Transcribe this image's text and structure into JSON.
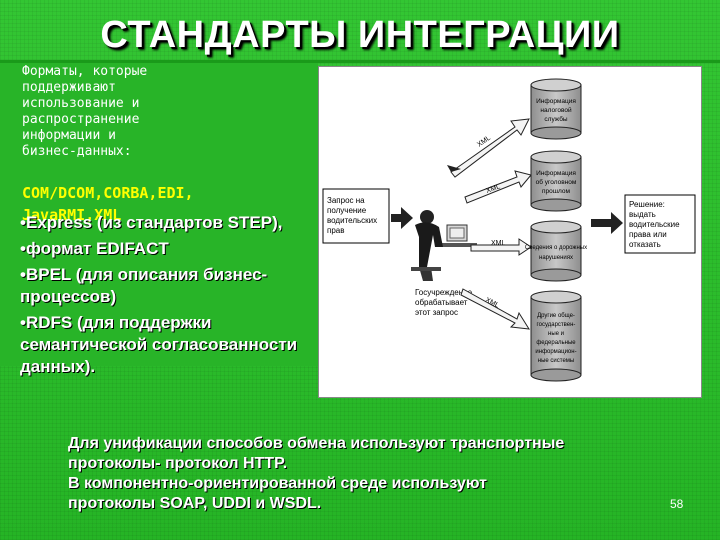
{
  "title": "СТАНДАРТЫ ИНТЕГРАЦИИ",
  "formats_text": "Форматы, которые\nподдерживают\nиспользование и\nраспространение\nинформации и\nбизнес-данных:",
  "tech_text": "COM/DCOM,CORBA,EDI,\nJavaRMI,XML",
  "bullets": [
    "Express (из стандартов STEP),",
    "формат EDIFACT",
    "BPEL (для описания бизнес-процессов)",
    "RDFS (для поддержки семантической согласованности данных)."
  ],
  "bullet_char": "•",
  "diagram": {
    "request_box": [
      "Запрос на",
      "получение",
      "водительских",
      "прав"
    ],
    "decision_box": [
      "Решение:",
      "выдать",
      "водительские",
      "права или",
      "отказать"
    ],
    "agency_label": [
      "Госучреждение",
      "обрабатывает",
      "этот запрос"
    ],
    "xml_label": "XML",
    "databases": [
      [
        "Информация",
        "налоговой",
        "службы"
      ],
      [
        "Информация",
        "об уголовном",
        "прошлом"
      ],
      [
        "Сведения о дорожных",
        "нарушениях"
      ],
      [
        "Другие обще-",
        "государствен-",
        "ные и",
        "федеральные",
        "информацион-",
        "ные системы"
      ]
    ]
  },
  "bottom_lines": [
    "Для унификации способов обмена используют транспортные",
    "протоколы- протокол HTTP.",
    "В компонентно-ориентированной среде используют",
    "протоколы SOAP, UDDI и WSDL."
  ],
  "page_number": "58",
  "colors": {
    "background": "#2cba2c",
    "title": "#ffffff",
    "tech_highlight": "#ffff00",
    "database_fill": "#b0b0b0"
  }
}
